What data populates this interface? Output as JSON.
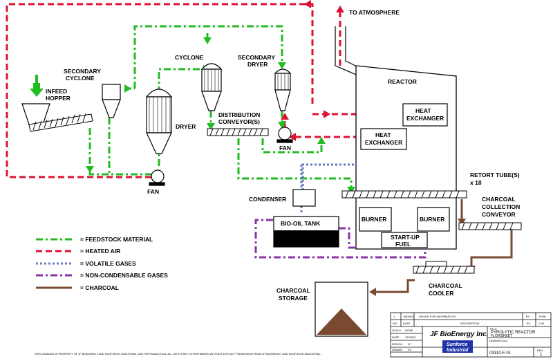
{
  "labels": {
    "to_atmosphere": "TO ATMOSPHERE",
    "secondary_cyclone": [
      "SECONDARY",
      "CYCLONE"
    ],
    "infeed_hopper": [
      "INFEED",
      "HOPPER"
    ],
    "cyclone": "CYCLONE",
    "secondary_dryer": [
      "SECONDARY",
      "DRYER"
    ],
    "dryer": "DRYER",
    "distribution_conveyor": [
      "DISTRIBUTION",
      "CONVEYOR(S)"
    ],
    "fan": "FAN",
    "reactor": "REACTOR",
    "heat_exchanger": [
      "HEAT",
      "EXCHANGER"
    ],
    "retort_tubes": [
      "RETORT TUBE(S)",
      "x 18"
    ],
    "condenser": "CONDENSER",
    "bio_oil_tank": "BIO-OIL TANK",
    "burner": "BURNER",
    "startup_fuel": [
      "START-UP",
      "FUEL"
    ],
    "charcoal_collection_conveyor": [
      "CHARCOAL",
      "COLLECTION",
      "CONVEYOR"
    ],
    "charcoal_storage": [
      "CHARCOAL",
      "STORAGE"
    ],
    "charcoal_cooler": [
      "CHARCOAL",
      "COOLER"
    ]
  },
  "legend": [
    {
      "label": "= FEEDSTOCK MATERIAL",
      "color": "#22bb22",
      "style": "dashdot"
    },
    {
      "label": "= HEATED AIR",
      "color": "#dd1133",
      "style": "dash"
    },
    {
      "label": "= VOLATILE GASES",
      "color": "#6677bb",
      "style": "dot"
    },
    {
      "label": "= NON-CONDENSABLE GASES",
      "color": "#8833aa",
      "style": "dashdot"
    },
    {
      "label": "= CHARCOAL",
      "color": "#7a4a30",
      "style": "solid"
    }
  ],
  "colors": {
    "feedstock": "#22bb22",
    "heated_air": "#dd1133",
    "volatile": "#6677bb",
    "noncondensable": "#8833aa",
    "charcoal": "#7a4a30"
  },
  "footer": "THIS DRAWING IS PROPERTY OF JF BIOENERGY AND SUNFORCE INDUSTRIAL.  ANY REPRODUCTION, ALL OR IN PART, IS PROHIBITED WITHOUT EXPLICIT PERMISSION FROM JF BIOENERGY AND SUNFORCE INDUSTRIAL.",
  "title_block": {
    "rev_no": "1",
    "rev_date": "15/03/02",
    "rev_desc": "ISSUED FOR INFORMATION",
    "by_label": "BY",
    "by_val": "JF/SB",
    "h_no": "NO.",
    "h_date": "DATE",
    "h_desc": "DESCRIPTION",
    "h_by": "BY",
    "h_chk": "CHK",
    "scale_label": "SCALE",
    "scale_val": "NONE",
    "date_label": "DATE",
    "date_val": "15/03/02",
    "design_label": "DESIGN",
    "design_val": "JF",
    "drawn_label": "DRAWN",
    "drawn_val": "KV",
    "company": "JF BioEnergy Inc.",
    "sunforce": [
      "Sunforce",
      "Industrial"
    ],
    "title_label": "TITLE",
    "title": [
      "PYROLYTIC REACTOR",
      "FLOWSHEET"
    ],
    "drawing_label": "DRAWING No.",
    "drawing_no": "03310-F-01",
    "rev_label": "REV.",
    "rev_val": "1"
  }
}
